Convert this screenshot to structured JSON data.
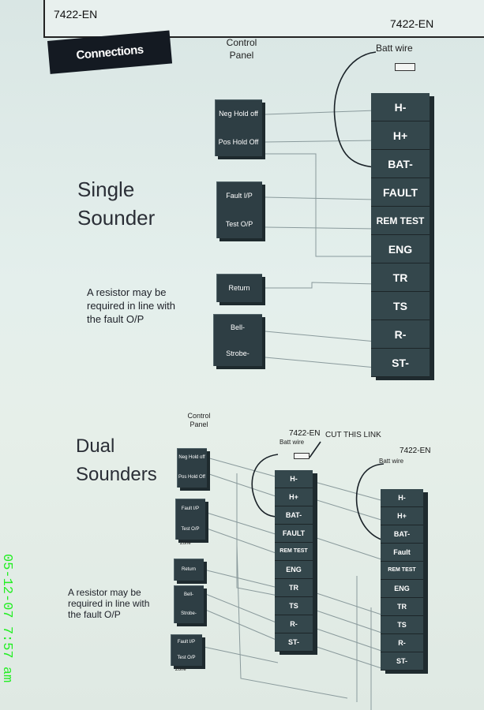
{
  "header": {
    "doc_code": "7422-EN",
    "section_title": "Connections"
  },
  "single": {
    "control_panel_label": [
      "Control",
      "Panel"
    ],
    "module_code": "7422-EN",
    "batt_wire_label": "Batt wire",
    "heading": [
      "Single",
      "Sounder"
    ],
    "note": [
      "A resistor may be",
      "required in line with",
      "the fault O/P"
    ],
    "panel_boxes": [
      [
        "Neg Hold off",
        "Pos Hold Off"
      ],
      [
        "Fault I/P",
        "Test O/P"
      ],
      [
        "Return"
      ],
      [
        "Bell-",
        "Strobe-"
      ]
    ],
    "terminals": [
      "H-",
      "H+",
      "BAT-",
      "FAULT",
      "REM TEST",
      "ENG",
      "TR",
      "TS",
      "R-",
      "ST-"
    ]
  },
  "dual": {
    "control_panel_label": [
      "Control",
      "Panel"
    ],
    "heading": [
      "Dual",
      "Sounders"
    ],
    "note": [
      "A resistor may be",
      "required in line with",
      "the fault O/P"
    ],
    "module1_code": "7422-EN",
    "module2_code": "7422-EN",
    "cut_link_label": "CUT THIS LINK",
    "batt_wire_label": "Batt wire",
    "zone_label": "Zone",
    "panel_boxes": [
      [
        "Neg Hold off",
        "Pos Hold Off"
      ],
      [
        "Fault I/P",
        "Test O/P"
      ],
      [
        "Return"
      ],
      [
        "Bell-",
        "Strobe-"
      ],
      [
        "Fault I/P",
        "Test O/P"
      ]
    ],
    "terminals1": [
      "H-",
      "H+",
      "BAT-",
      "FAULT",
      "REM TEST",
      "ENG",
      "TR",
      "TS",
      "R-",
      "ST-"
    ],
    "terminals2": [
      "H-",
      "H+",
      "BAT-",
      "Fault",
      "REM TEST",
      "ENG",
      "TR",
      "TS",
      "R-",
      "ST-"
    ]
  },
  "camera_timestamp": "05-12-07 7:57 am"
}
